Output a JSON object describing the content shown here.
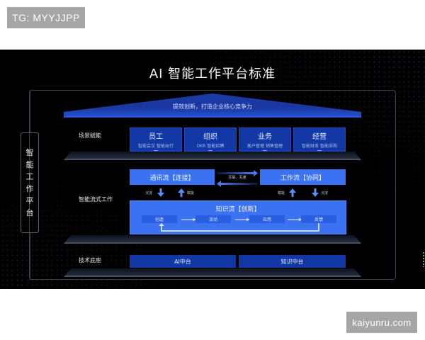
{
  "watermarks": {
    "top": "TG: MYYJJPP",
    "bottom": "kaiyunru.com"
  },
  "slide": {
    "title": "AI 智能工作平台标准",
    "roof_text": "提效创新，打造企业核心竞争力",
    "side_label": [
      "智",
      "能",
      "工",
      "作",
      "平",
      "台"
    ],
    "rows": {
      "scene": "场景赋能",
      "workflow": "智能流式工作",
      "tech": "技术底座"
    },
    "scene_cards": [
      {
        "title": "员工",
        "subtitle": "智能会议 智能出行"
      },
      {
        "title": "组织",
        "subtitle": "OKR 智能招聘"
      },
      {
        "title": "业务",
        "subtitle": "客户管理 销售管理"
      },
      {
        "title": "经营",
        "subtitle": "智能财务 智能采购"
      }
    ],
    "flows": {
      "communication": "通讯流【连接】",
      "work": "工作流【协同】",
      "exchange_label": "互联、互通",
      "deposit": "沉淀",
      "empower": "赋能"
    },
    "knowledge": {
      "title": "知识流【创新】",
      "steps": [
        "创造",
        "流动",
        "应用",
        "反馈"
      ]
    },
    "tech_cards": [
      "AI中台",
      "知识中台"
    ]
  },
  "colors": {
    "background": "#000000",
    "card_dark_blue": "#1238a6",
    "card_bright_blue": "#3a72f2",
    "watermark_gray": "#a6a6a6"
  }
}
